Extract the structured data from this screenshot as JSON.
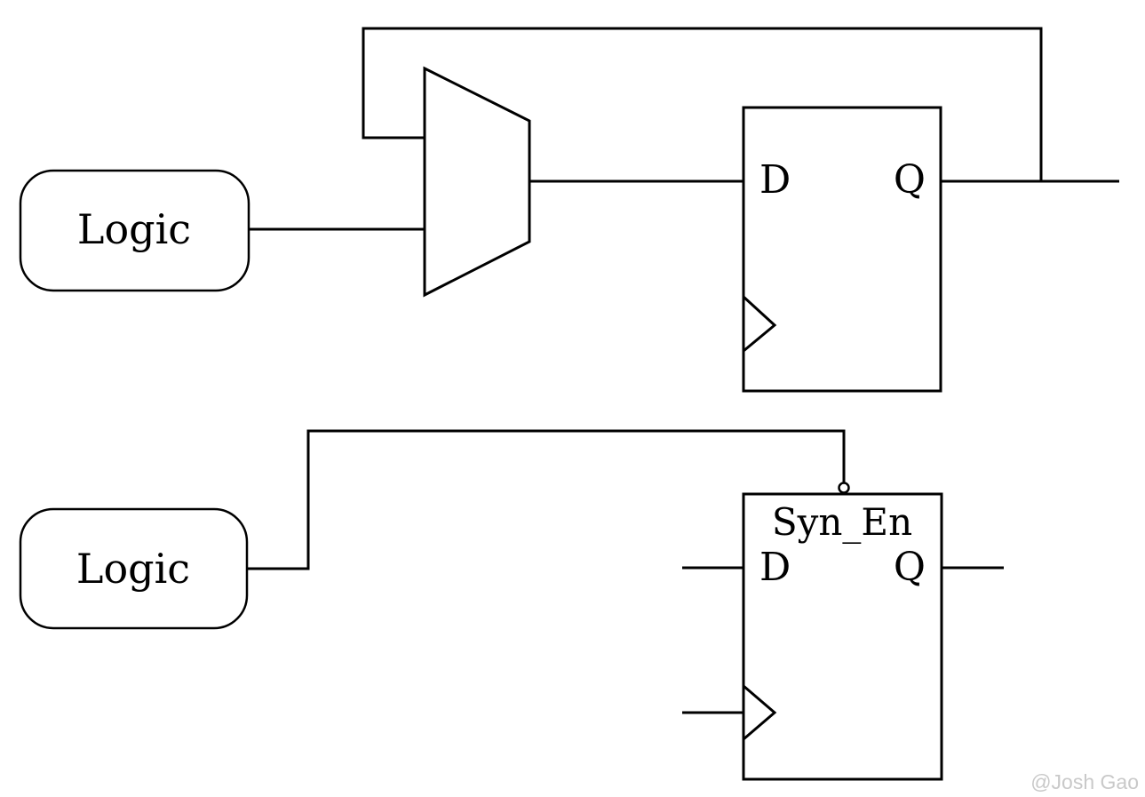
{
  "diagram": {
    "title": "flip-flop clock gating vs synchronous enable schematic",
    "background_color": "#ffffff",
    "line_color": "#000000",
    "top_circuit": {
      "logic_block": {
        "label": "Logic"
      },
      "mux": {
        "name": "recirculation-mux"
      },
      "flipflop": {
        "d_label": "D",
        "q_label": "Q"
      }
    },
    "bottom_circuit": {
      "logic_block": {
        "label": "Logic"
      },
      "flipflop": {
        "enable_label": "Syn_En",
        "d_label": "D",
        "q_label": "Q"
      }
    },
    "watermark": {
      "text": "@Josh Gao",
      "color": "#c9c9c9"
    }
  }
}
